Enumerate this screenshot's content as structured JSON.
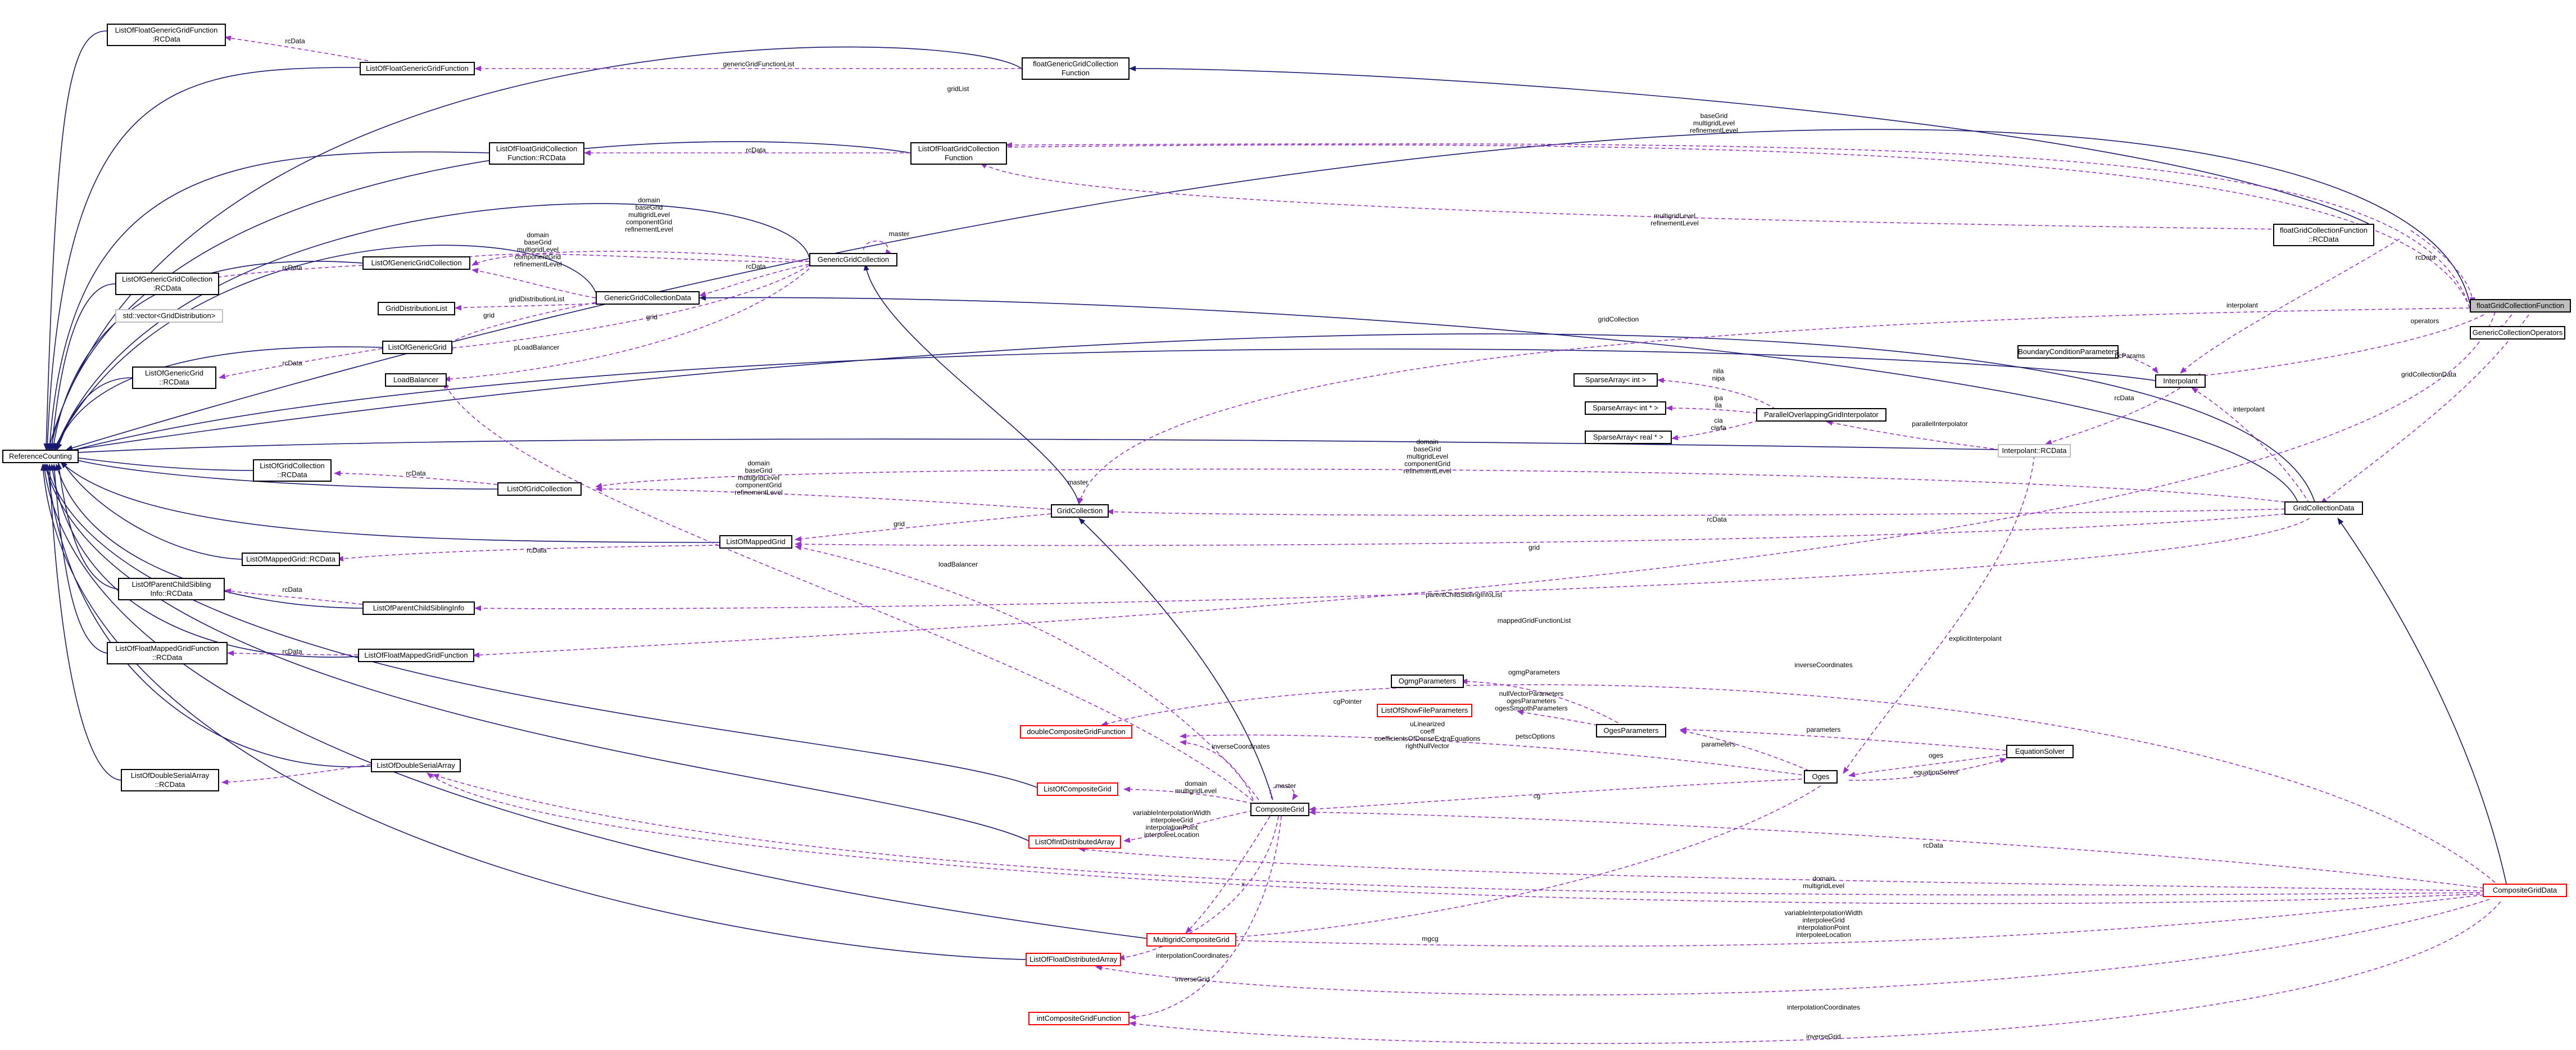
{
  "diagram": {
    "nodes": {
      "rc": "ReferenceCounting",
      "lfggfrc": "ListOfFloatGenericGridFunction\n:RCData",
      "lfggf": "ListOfFloatGenericGridFunction",
      "fggcf": "floatGenericGridCollection\nFunction",
      "lfgcfrc": "ListOfFloatGridCollection\nFunction::RCData",
      "lfgcf": "ListOfFloatGridCollection\nFunction",
      "lggcrc": "ListOfGenericGridCollection\n:RCData",
      "lggc": "ListOfGenericGridCollection",
      "vecgd": "std::vector<GridDistribution>",
      "gdl": "GridDistributionList",
      "ggcd": "GenericGridCollectionData",
      "ggc": "GenericGridCollection",
      "lgg": "ListOfGenericGrid",
      "lggrc": "ListOfGenericGrid\n::RCData",
      "lb": "LoadBalancer",
      "lgcrc": "ListOfGridCollection\n::RCData",
      "lgc": "ListOfGridCollection",
      "gc": "GridCollection",
      "lmgrc": "ListOfMappedGrid::RCData",
      "lmg": "ListOfMappedGrid",
      "lpcsrc": "ListOfParentChildSibling\nInfo::RCData",
      "lpcs": "ListOfParentChildSiblingInfo",
      "lfmgfrc": "ListOfFloatMappedGridFunction\n::RCData",
      "lfmgf": "ListOfFloatMappedGridFunction",
      "ldsarc": "ListOfDoubleSerialArray\n::RCData",
      "ldsa": "ListOfDoubleSerialArray",
      "fgcf": "floatGridCollectionFunction",
      "fgcfrc": "floatGridCollectionFunction\n::RCData",
      "gco": "GenericCollectionOperators",
      "bcp": "BoundaryConditionParameters",
      "interp": "Interpolant",
      "interprc": "Interpolant::RCData",
      "sai": "SparseArray< int >",
      "saip": "SparseArray< int * >",
      "sarp": "SparseArray< real * >",
      "pogi": "ParallelOverlappingGridInterpolator",
      "gcd": "GridCollectionData",
      "ogmg": "OgmgParameters",
      "lsfp": "ListOfShowFileParameters",
      "ogesp": "OgesParameters",
      "es": "EquationSolver",
      "oges": "Oges",
      "dcgf": "doubleCompositeGridFunction",
      "lcg": "ListOfCompositeGrid",
      "lida": "ListOfIntDistributedArray",
      "cg": "CompositeGrid",
      "mcg": "MultigridCompositeGrid",
      "lfda": "ListOfFloatDistributedArray",
      "icgf": "intCompositeGridFunction",
      "cgd": "CompositeGridData"
    },
    "labels": {
      "l_ggfl": "genericGridFunctionList",
      "l_gridlist": "gridList",
      "l_basegrid_top": "baseGrid\nmultigridLevel\nrefinementLevel",
      "l_rcdata": "rcData",
      "l_multi_refine": "multigridLevel\nrefinementLevel",
      "l_master": "master",
      "l_ggcd_refs": "domain\nbaseGrid\nmultigridLevel\ncomponentGrid\nrefinementLevel",
      "l_ggc_refs": "domain\nbaseGrid\nmultigridLevel\ncomponentGrid\nrefinementLevel",
      "l_gdl": "gridDistributionList",
      "l_grid": "grid",
      "l_plb": "pLoadBalancer",
      "l_gridcollection": "gridCollection",
      "l_interpolant": "interpolant",
      "l_operators": "operators",
      "l_gcd_data": "gridCollectionData",
      "l_bcparams": "bcParams",
      "l_nila": "nila\nnipa",
      "l_ipa": "ipa\nila",
      "l_cia": "cia\nciwfa",
      "l_pinterp": "parallelInterpolator",
      "l_gc_refs": "domain\nbaseGrid\nmultigridLevel\ncomponentGrid\nrefinementLevel",
      "l_pcsl": "parentChildSiblingInfoList",
      "l_mgfl": "mappedGridFunctionList",
      "l_loadbalancer": "loadBalancer",
      "l_explicit": "explicitInterpolant",
      "l_invcoords": "inverseCoordinates",
      "l_ogmgp": "ogmgParameters",
      "l_nullvec": "nullVectorParameters\nogesParameters\nogesSmoothParameters",
      "l_cgpointer": "cgPointer",
      "l_ulin": "uLinearized\ncoeff\ncoefficientsOfDenseExtraEquations\nrightNullVector",
      "l_petsc": "petscOptions",
      "l_params": "parameters",
      "l_oges": "oges",
      "l_esolver": "equationSolver",
      "l_cg": "cg",
      "l_domain_mg": "domain\nmultigridLevel",
      "l_varinterp": "variableInterpolationWidth\ninterpoleeGrid\ninterpolationPoint\ninterpoleeLocation",
      "l_varinterp2": "variableInterpolationWidth\ninterpoleeGrid\ninterpolationPoint\ninterpoleeLocation",
      "l_domain_mg2": "domain\nmultigridLevel",
      "l_mgcg": "mgcg",
      "l_interpcoords": "interpolationCoordinates",
      "l_inversegrid": "inverseGrid",
      "l_x": "x",
      "l_cgrcdata": "rcData"
    }
  }
}
